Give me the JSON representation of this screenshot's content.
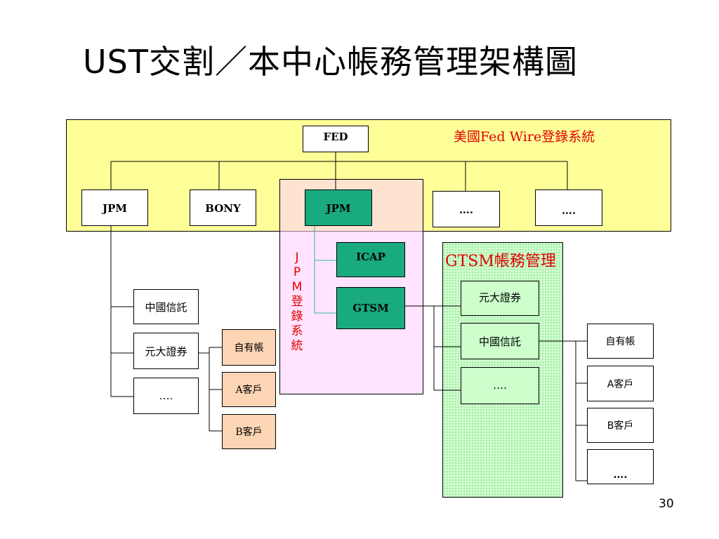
{
  "title": "UST交割／本中心帳務管理架構圖",
  "regions": {
    "fed_wire": "美國Fed Wire登錄系統",
    "jpm_system": [
      "J",
      "P",
      "M",
      "登",
      "錄",
      "系",
      "統"
    ],
    "gtsm": "GTSM帳務管理"
  },
  "nodes": {
    "fed": "FED",
    "jpm_left": "JPM",
    "bony": "BONY",
    "jpm_center": "JPM",
    "dots_1": "….",
    "dots_2": "….",
    "icap": "ICAP",
    "gtsm": "GTSM",
    "left_china_trust": "中國信託",
    "left_yuanta": "元大證券",
    "left_dots": "….",
    "own_account": "自有帳",
    "client_a": "A客戶",
    "client_b": "B客戶",
    "gtsm_yuanta": "元大證券",
    "gtsm_china_trust": "中國信託",
    "gtsm_dots": "….",
    "right_own": "自有帳",
    "right_client_a": "A客戶",
    "right_client_b": "B客戶",
    "right_dots": "…."
  },
  "page_number": "30",
  "colors": {
    "fed_wire_band": "#ffff99",
    "jpm_system_band": "#ffccff",
    "gtsm_band": "#ccffcc",
    "jpm_node": "#1aaa80",
    "client_node": "#fcd5b4",
    "label_red": "#e00000",
    "teal_connector": "#33bbaa"
  }
}
